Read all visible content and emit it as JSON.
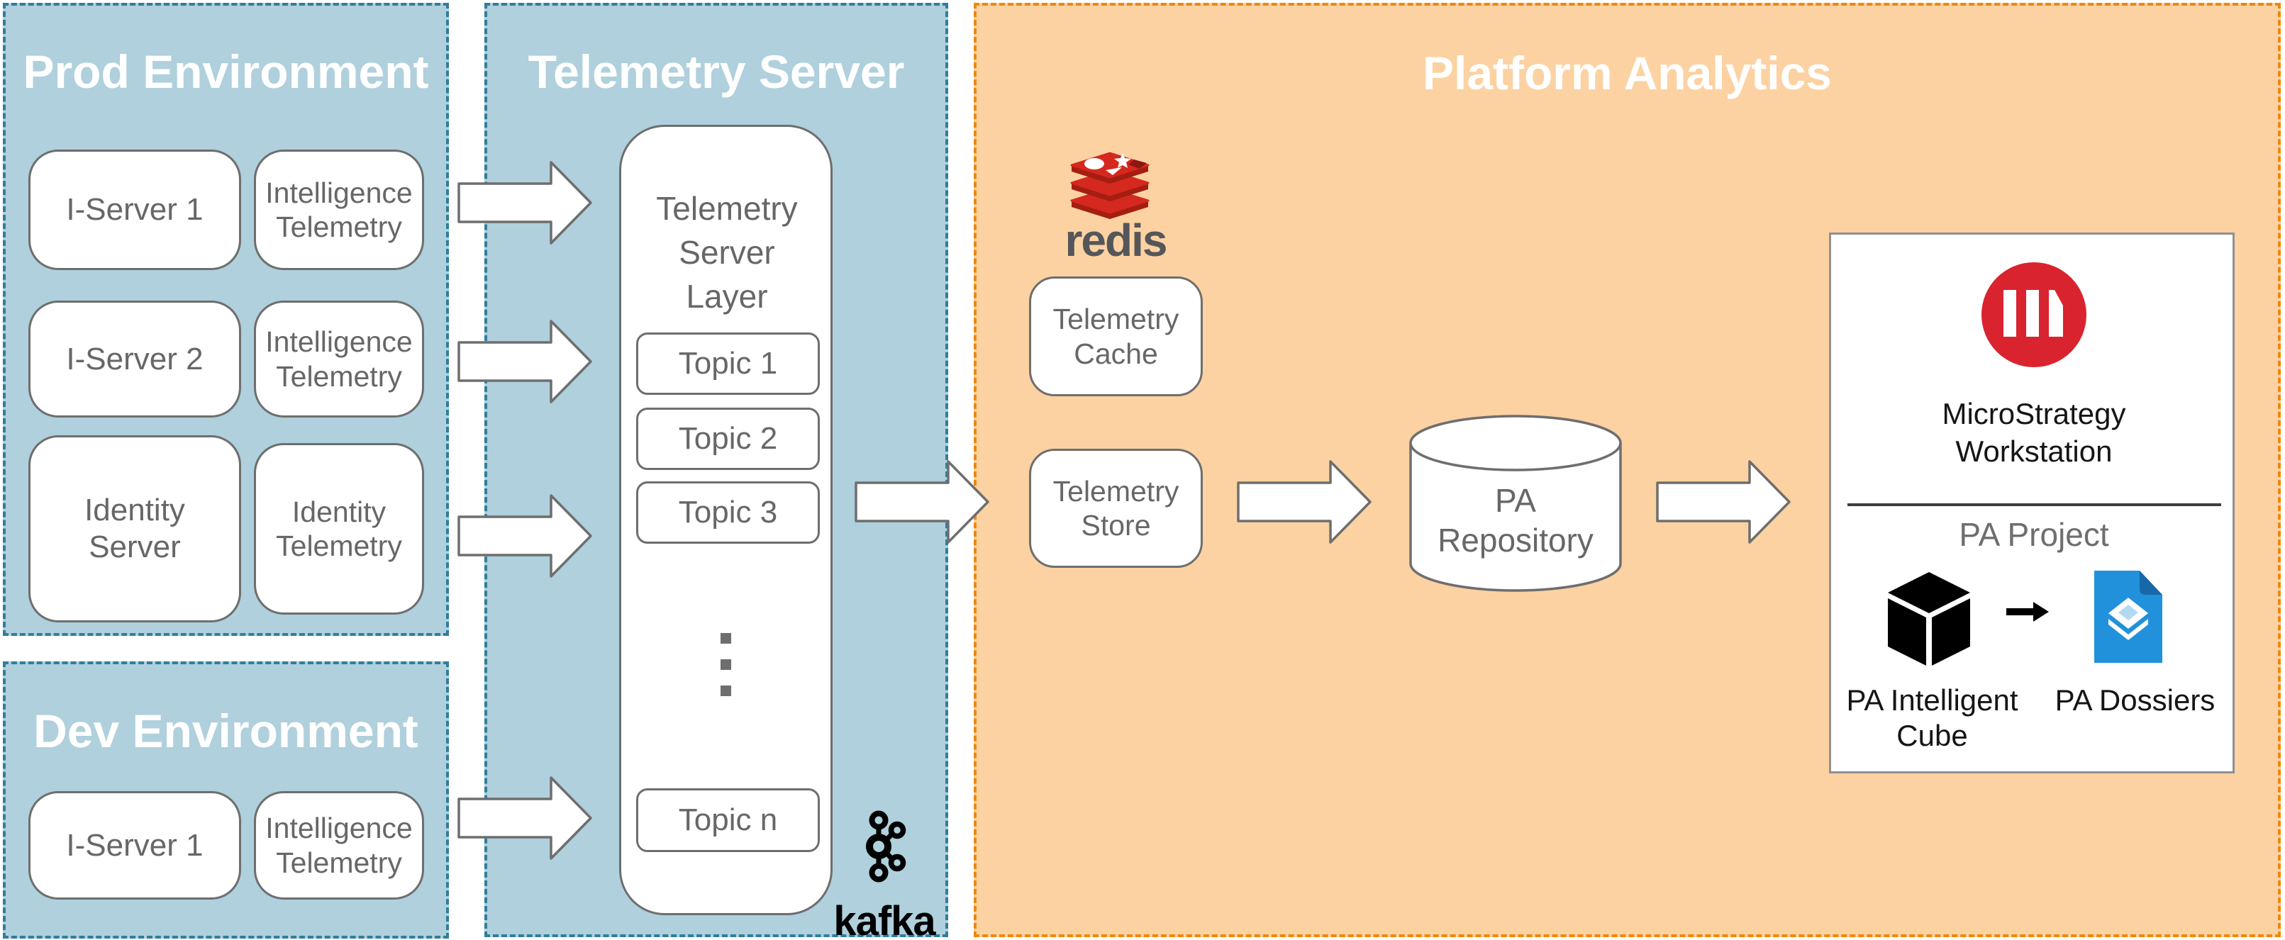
{
  "sections": {
    "prod": {
      "title": "Prod Environment",
      "rows": [
        {
          "server": "I-Server 1",
          "telemetry": "Intelligence Telemetry"
        },
        {
          "server": "I-Server 2",
          "telemetry": "Intelligence Telemetry"
        },
        {
          "server": "Identity Server",
          "telemetry": "Identity Telemetry"
        }
      ]
    },
    "dev": {
      "title": "Dev Environment",
      "rows": [
        {
          "server": "I-Server 1",
          "telemetry": "Intelligence Telemetry"
        }
      ]
    },
    "telemetry_server": {
      "title": "Telemetry Server",
      "layer_label": "Telemetry Server Layer",
      "topics": [
        "Topic 1",
        "Topic 2",
        "Topic 3"
      ],
      "last_topic": "Topic n",
      "kafka_label": "kafka"
    },
    "platform_analytics": {
      "title": "Platform Analytics",
      "redis_label": "redis",
      "cache_label": "Telemetry Cache",
      "store_label": "Telemetry Store",
      "repository_label": "PA Repository",
      "workstation": {
        "title": "MicroStrategy Workstation",
        "project_label": "PA Project",
        "cube_label": "PA Intelligent Cube",
        "dossiers_label": "PA Dossiers"
      }
    }
  },
  "icons": {
    "redis": "redis-logo",
    "kafka": "kafka-logo",
    "microstrategy": "microstrategy-logo",
    "intelligent_cube": "cube-icon",
    "dossier": "dossier-document-icon",
    "repository": "database-cylinder",
    "flow": "block-arrow-right-icon"
  },
  "colors": {
    "env_fill": "#AFD0DC",
    "env_border": "#2F7E9D",
    "pa_fill": "#FCD2A2",
    "pa_border": "#EF8709",
    "box_border": "#6E6E6E",
    "label_text": "#676767",
    "title_text": "#FFFFFF",
    "mstr_red": "#D9232E",
    "dossier_blue": "#2191DB",
    "redis_red": "#D5281E",
    "redis_dark": "#A41E11",
    "kafka_black": "#000000"
  }
}
